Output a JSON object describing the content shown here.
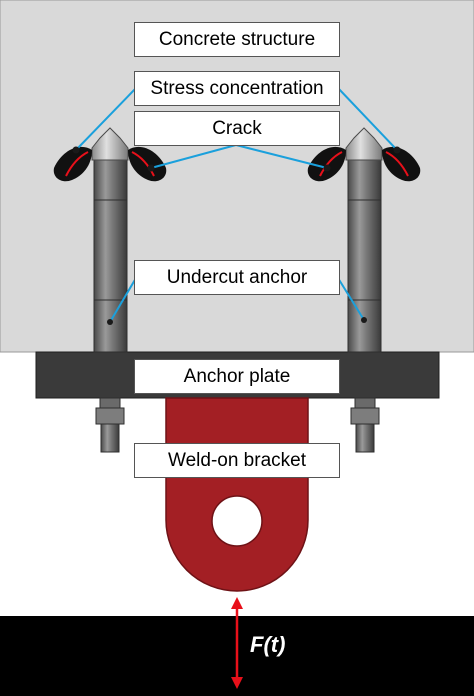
{
  "labels": {
    "concrete": "Concrete structure",
    "stress": "Stress concentration",
    "crack": "Crack",
    "anchor": "Undercut anchor",
    "plate": "Anchor plate",
    "bracket": "Weld-on bracket",
    "force": "F(t)"
  },
  "colors": {
    "concrete": "#d9d9d9",
    "plate": "#3a3a3a",
    "bracket": "#a31f24",
    "leader": "#1aa0dc",
    "crack": "#e8101a",
    "ground": "#000000",
    "force_arrow": "#e8101a"
  }
}
